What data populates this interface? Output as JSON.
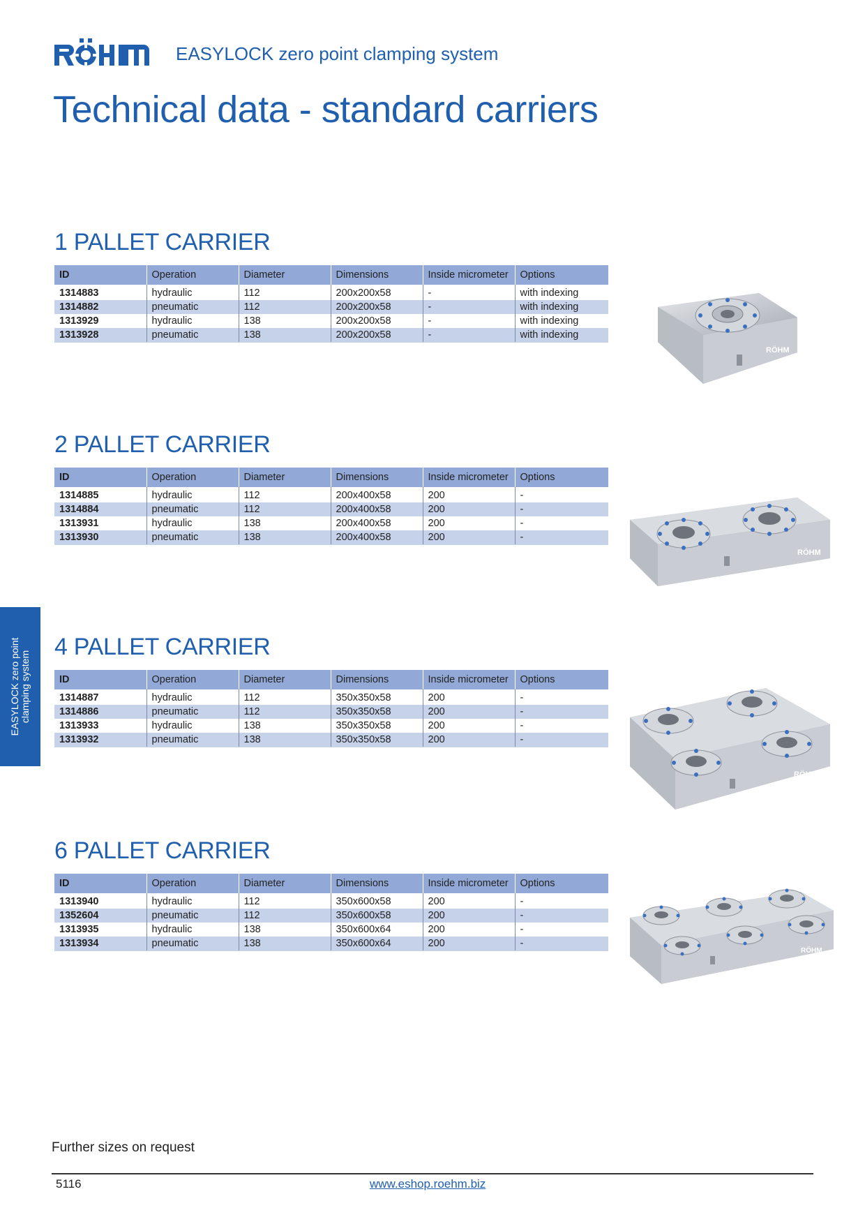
{
  "header": {
    "brand": "RÖHM",
    "subtitle": "EASYLOCK zero point clamping system"
  },
  "page_title": "Technical data - standard carriers",
  "columns": [
    "ID",
    "Operation",
    "Diameter",
    "Dimensions",
    "Inside micrometer",
    "Options"
  ],
  "sections": [
    {
      "title": "1 PALLET CARRIER",
      "rows": [
        [
          "1314883",
          "hydraulic",
          "112",
          "200x200x58",
          "-",
          "with indexing"
        ],
        [
          "1314882",
          "pneumatic",
          "112",
          "200x200x58",
          "-",
          "with indexing"
        ],
        [
          "1313929",
          "hydraulic",
          "138",
          "200x200x58",
          "-",
          "with indexing"
        ],
        [
          "1313928",
          "pneumatic",
          "138",
          "200x200x58",
          "-",
          "with indexing"
        ]
      ]
    },
    {
      "title": "2 PALLET CARRIER",
      "rows": [
        [
          "1314885",
          "hydraulic",
          "112",
          "200x400x58",
          "200",
          "-"
        ],
        [
          "1314884",
          "pneumatic",
          "112",
          "200x400x58",
          "200",
          "-"
        ],
        [
          "1313931",
          "hydraulic",
          "138",
          "200x400x58",
          "200",
          "-"
        ],
        [
          "1313930",
          "pneumatic",
          "138",
          "200x400x58",
          "200",
          "-"
        ]
      ]
    },
    {
      "title": "4 PALLET CARRIER",
      "rows": [
        [
          "1314887",
          "hydraulic",
          "112",
          "350x350x58",
          "200",
          "-"
        ],
        [
          "1314886",
          "pneumatic",
          "112",
          "350x350x58",
          "200",
          "-"
        ],
        [
          "1313933",
          "hydraulic",
          "138",
          "350x350x58",
          "200",
          "-"
        ],
        [
          "1313932",
          "pneumatic",
          "138",
          "350x350x58",
          "200",
          "-"
        ]
      ]
    },
    {
      "title": "6 PALLET CARRIER",
      "rows": [
        [
          "1313940",
          "hydraulic",
          "112",
          "350x600x58",
          "200",
          "-"
        ],
        [
          "1352604",
          "pneumatic",
          "112",
          "350x600x58",
          "200",
          "-"
        ],
        [
          "1313935",
          "hydraulic",
          "138",
          "350x600x64",
          "200",
          "-"
        ],
        [
          "1313934",
          "pneumatic",
          "138",
          "350x600x64",
          "200",
          "-"
        ]
      ]
    }
  ],
  "side_tab": {
    "line1": "EASYLOCK zero point",
    "line2": "clamping system"
  },
  "footer": {
    "note": "Further sizes on request",
    "page_number": "5116",
    "link": "www.eshop.roehm.biz"
  },
  "colors": {
    "brand_blue": "#1f5fae",
    "table_header": "#92a9d7",
    "table_stripe": "#c6d2ea"
  }
}
